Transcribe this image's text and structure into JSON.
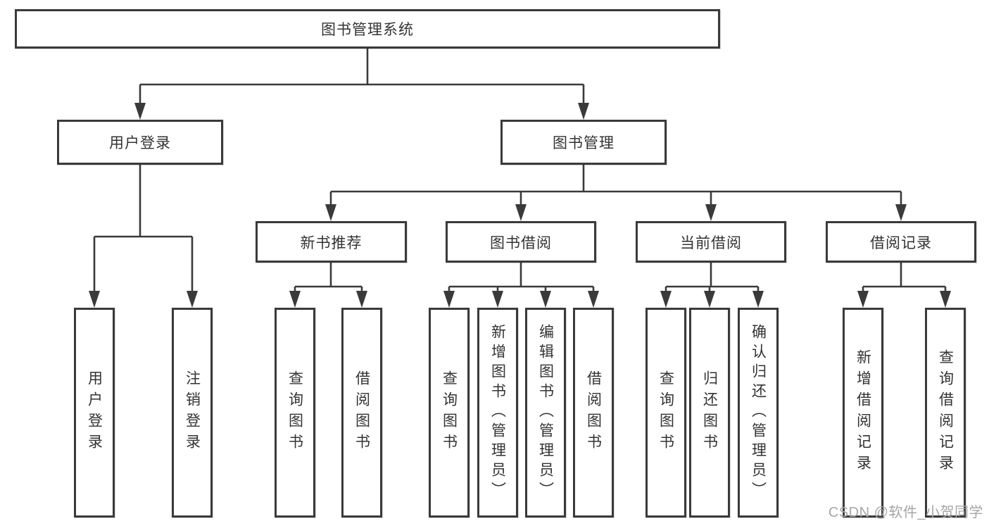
{
  "diagram": {
    "type": "hierarchy-tree",
    "nodes": {
      "root": "图书管理系统",
      "user_login": "用户登录",
      "book_management": "图书管理",
      "new_book_recommend": "新书推荐",
      "book_borrowing": "图书借阅",
      "current_borrowing": "当前借阅",
      "borrowing_records": "借阅记录",
      "leaf_user_login": "用户登录",
      "leaf_logout": "注销登录",
      "leaf_query_book_recommend": "查询图书",
      "leaf_borrow_book_recommend": "借阅图书",
      "leaf_query_book_borrowing": "查询图书",
      "leaf_add_book_admin": "新增图书（管理员）",
      "leaf_edit_book_admin": "编辑图书（管理员）",
      "leaf_borrow_book_borrowing": "借阅图书",
      "leaf_query_book_current": "查询图书",
      "leaf_return_book": "归还图书",
      "leaf_confirm_return_admin": "确认归还（管理员）",
      "leaf_add_borrow_record": "新增借阅记录",
      "leaf_query_borrow_record": "查询借阅记录"
    },
    "edges": [
      [
        "图书管理系统",
        "用户登录"
      ],
      [
        "图书管理系统",
        "图书管理"
      ],
      [
        "用户登录",
        "用户登录(叶)"
      ],
      [
        "用户登录",
        "注销登录"
      ],
      [
        "图书管理",
        "新书推荐"
      ],
      [
        "图书管理",
        "图书借阅"
      ],
      [
        "图书管理",
        "当前借阅"
      ],
      [
        "图书管理",
        "借阅记录"
      ],
      [
        "新书推荐",
        "查询图书"
      ],
      [
        "新书推荐",
        "借阅图书"
      ],
      [
        "图书借阅",
        "查询图书"
      ],
      [
        "图书借阅",
        "新增图书（管理员）"
      ],
      [
        "图书借阅",
        "编辑图书（管理员）"
      ],
      [
        "图书借阅",
        "借阅图书"
      ],
      [
        "当前借阅",
        "查询图书"
      ],
      [
        "当前借阅",
        "归还图书"
      ],
      [
        "当前借阅",
        "确认归还（管理员）"
      ],
      [
        "借阅记录",
        "新增借阅记录"
      ],
      [
        "借阅记录",
        "查询借阅记录"
      ]
    ],
    "colors": {
      "line": "#3a3a3a",
      "text": "#333333",
      "box_background": "#ffffff",
      "watermark": "#a6a6a6"
    }
  },
  "watermark": "CSDN @软件_小贺同学"
}
